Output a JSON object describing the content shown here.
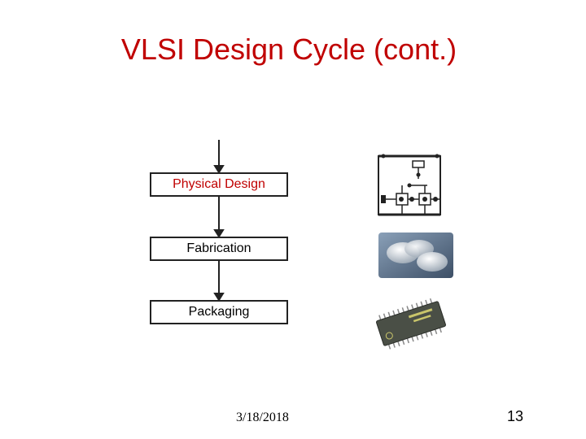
{
  "slide": {
    "title": "VLSI Design Cycle (cont.)",
    "date": "3/18/2018",
    "page_number": "13"
  },
  "flow": {
    "steps": [
      "Physical Design",
      "Fabrication",
      "Packaging"
    ]
  },
  "colors": {
    "title": "#c00000",
    "highlight_step": "#c00000",
    "box_border": "#222222"
  },
  "images": {
    "layout": "circuit-layout-icon",
    "wafers": "silicon-wafer-icon",
    "chip": "ic-package-icon"
  }
}
